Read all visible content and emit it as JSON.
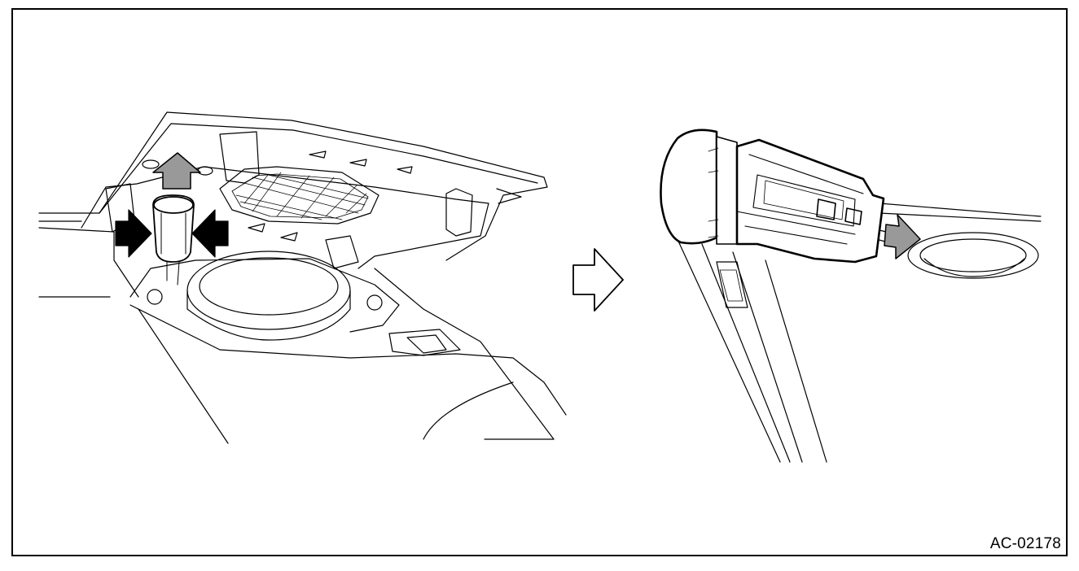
{
  "figure": {
    "id_label": "AC-02178",
    "line_color": "#000000",
    "fill_gray": "#999999",
    "fill_black": "#000000",
    "background": "#ffffff"
  },
  "icons": [
    "gray-up-arrow",
    "black-right-arrow",
    "black-left-arrow",
    "hollow-step-arrow",
    "gray-pull-arrow"
  ]
}
